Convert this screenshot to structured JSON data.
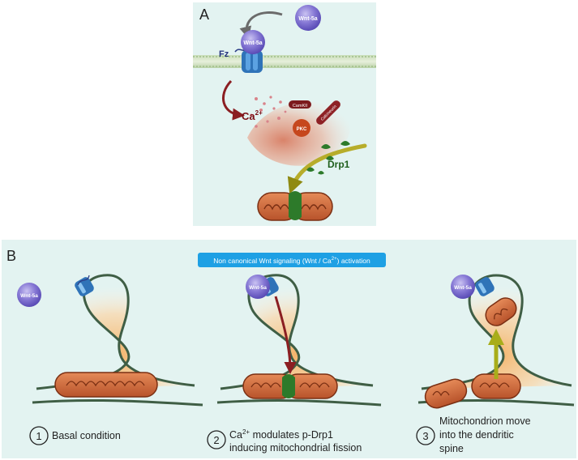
{
  "panel_a": {
    "letter": "A",
    "ligand": "Wnt-5a",
    "receptor_ligand": "Wnt-5a",
    "receptor": "Fz",
    "calcium": "Ca",
    "calcium_sup": "2+",
    "camkii": "CamKII",
    "calcineurin": "Calcineurin",
    "pkc": "PKC",
    "drp1": "Drp1"
  },
  "panel_b": {
    "letter": "B",
    "banner_text": "Non canonical Wnt signaling (Wnt / Ca",
    "banner_sup": "2+",
    "banner_tail": ") activation",
    "ligand_free": "Wnt-5a",
    "ligand_bound_2": "Wnt-5a",
    "ligand_bound_3": "Wnt-5a",
    "steps": [
      {
        "number": "1",
        "line1": "Basal condition",
        "line2": "",
        "line3": ""
      },
      {
        "number": "2",
        "line1_pre": "Ca",
        "line1_sup": "2+",
        "line1_post": " modulates p-Drp1",
        "line2": "inducing mitochondrial fission"
      },
      {
        "number": "3",
        "line1": "Mitochondrion move",
        "line2": "into the dendritic",
        "line3": "spine"
      }
    ]
  },
  "colors": {
    "panel_bg": "#e3f3f1",
    "banner": "#1ea0e4",
    "ligand": "#6f62c8",
    "mitochondrion": "#d46a3c",
    "drp1": "#2d7a2a",
    "neuron_outline": "#3f5e45"
  }
}
